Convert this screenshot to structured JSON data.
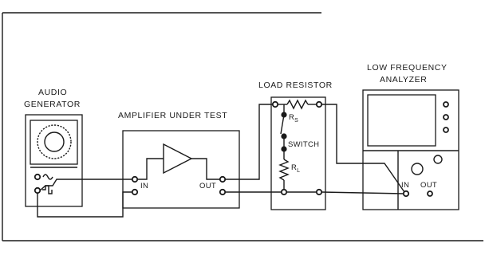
{
  "labels": {
    "audio_generator_1": "AUDIO",
    "audio_generator_2": "GENERATOR",
    "amplifier": "AMPLIFIER UNDER TEST",
    "load_resistor": "LOAD RESISTOR",
    "analyzer_1": "LOW FREQUENCY",
    "analyzer_2": "ANALYZER",
    "amp_in": "IN",
    "amp_out": "OUT",
    "rs_main": "R",
    "rs_sub": "S",
    "switch": "SWITCH",
    "rl_main": "R",
    "rl_sub": "L",
    "an_in": "IN",
    "an_out": "OUT"
  }
}
